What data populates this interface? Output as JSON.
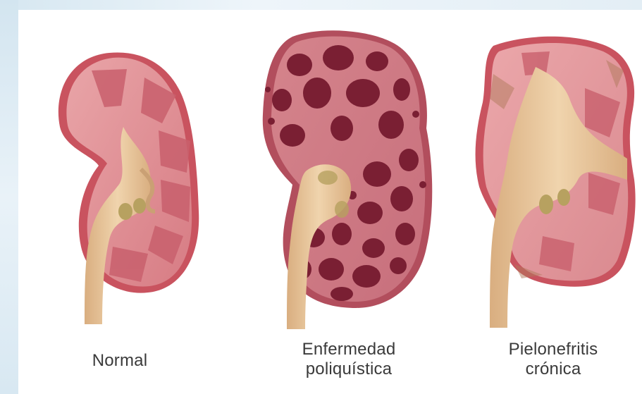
{
  "kidneys": [
    {
      "label_lines": [
        "Normal"
      ]
    },
    {
      "label_lines": [
        "Enfermedad",
        "poliquística"
      ]
    },
    {
      "label_lines": [
        "Pielonefritis",
        "crónica"
      ]
    }
  ],
  "colors": {
    "tissue": "#d97f86",
    "tissue_dark": "#b24e5d",
    "tissue_light": "#eba7aa",
    "capsule": "#c9535f",
    "ureter": "#e7c49b",
    "ureter_dark": "#caa074",
    "cyst": "#7a1f33",
    "text": "#3a3a3a"
  }
}
